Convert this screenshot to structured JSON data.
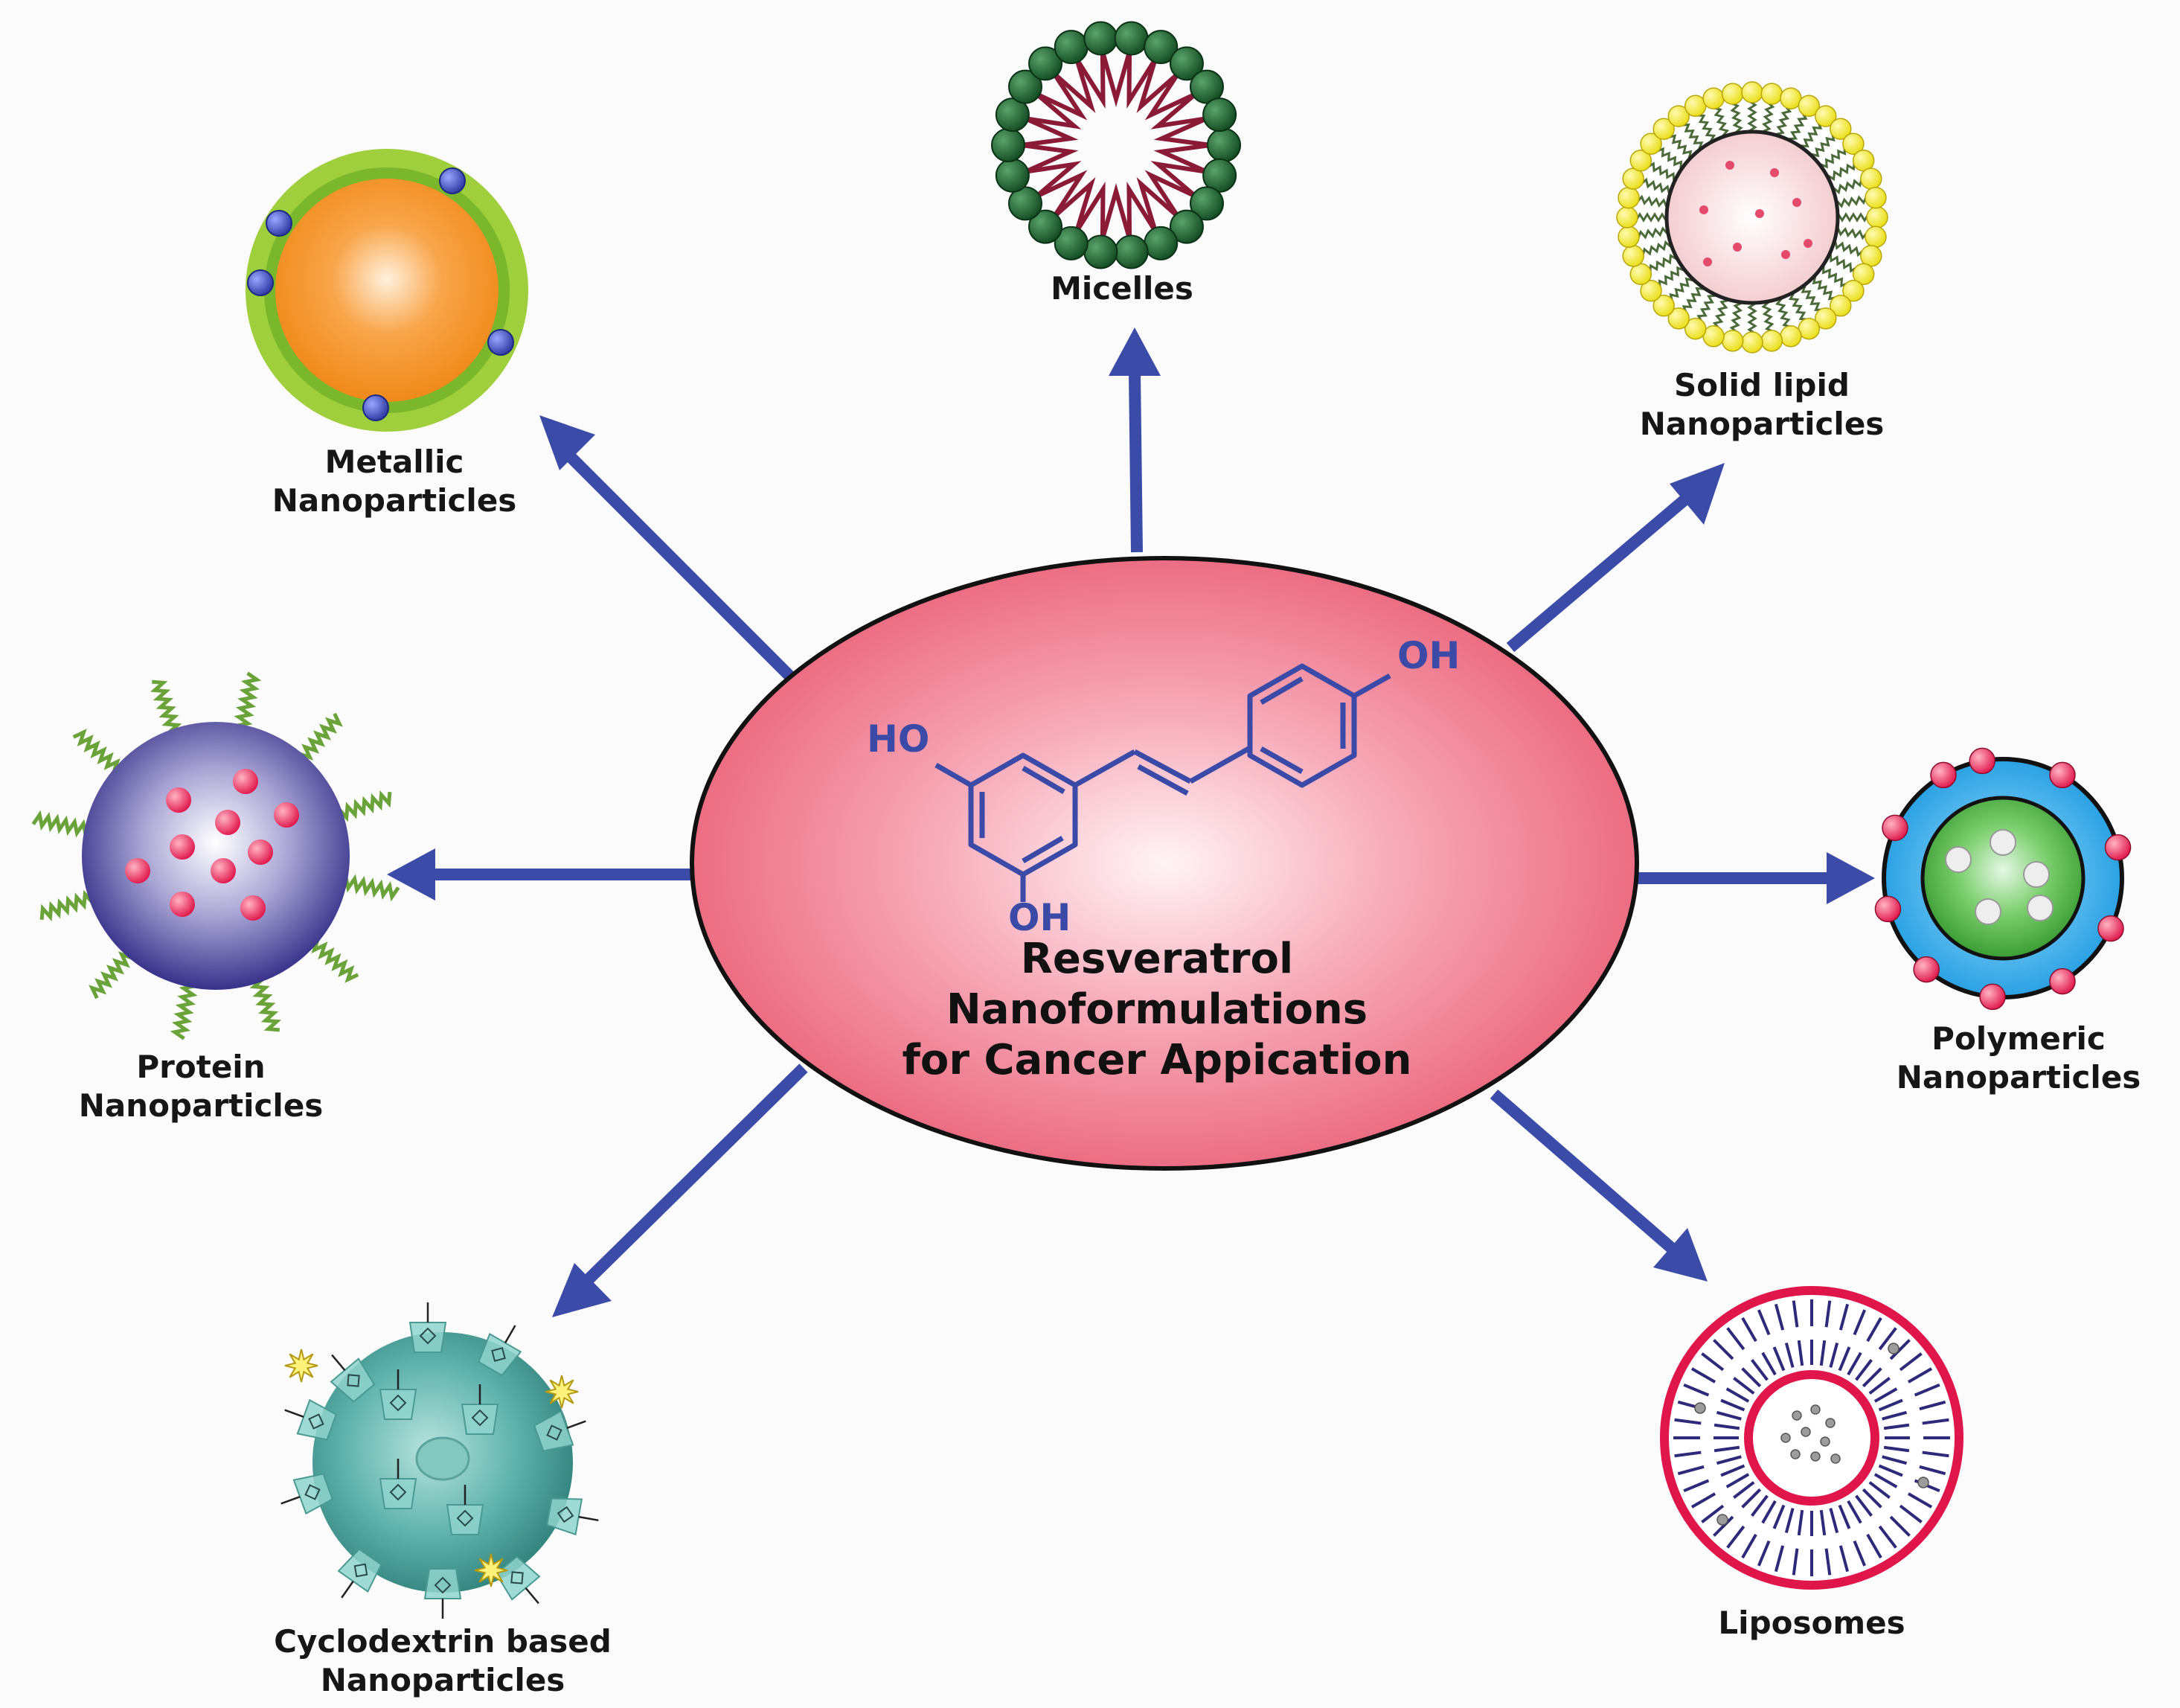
{
  "center": {
    "title_lines": [
      "Resveratrol",
      "Nanoformulations",
      "for Cancer Appication"
    ],
    "molecule": {
      "groups": [
        "HO",
        "OH",
        "OH"
      ]
    },
    "colors": {
      "ellipse": "#ee6f84",
      "molecule": "#3a4aa6"
    }
  },
  "nodes": [
    {
      "id": "micelles",
      "lines": [
        "Micelles"
      ]
    },
    {
      "id": "solid-lipid",
      "lines": [
        "Solid lipid",
        "Nanoparticles"
      ]
    },
    {
      "id": "polymeric",
      "lines": [
        "Polymeric",
        "Nanoparticles"
      ]
    },
    {
      "id": "liposomes",
      "lines": [
        "Liposomes"
      ]
    },
    {
      "id": "cyclodextrin",
      "lines": [
        "Cyclodextrin based",
        "Nanoparticles"
      ]
    },
    {
      "id": "protein",
      "lines": [
        "Protein",
        "Nanoparticles"
      ]
    },
    {
      "id": "metallic",
      "lines": [
        "Metallic",
        "Nanoparticles"
      ]
    }
  ],
  "colors": {
    "arrow": "#3b4ba8"
  }
}
